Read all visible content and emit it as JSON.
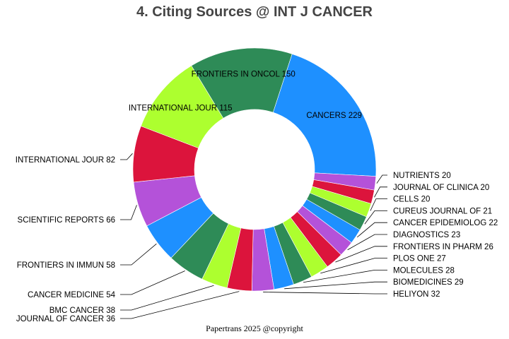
{
  "chart_data": {
    "type": "pie",
    "variant": "donut",
    "title": "4. Citing Sources @ INT J CANCER",
    "slices": [
      {
        "label": "CANCERS",
        "value": 229,
        "color": "#1e90ff"
      },
      {
        "label": "NUTRIENTS",
        "value": 20,
        "color": "#b452d9"
      },
      {
        "label": "JOURNAL OF CLINICA",
        "value": 20,
        "color": "#dc143c"
      },
      {
        "label": "CELLS",
        "value": 20,
        "color": "#adff2f"
      },
      {
        "label": "CUREUS JOURNAL OF ",
        "value": 21,
        "color": "#2e8b57"
      },
      {
        "label": "CANCER EPIDEMIOLOG",
        "value": 22,
        "color": "#1e90ff"
      },
      {
        "label": "DIAGNOSTICS",
        "value": 23,
        "color": "#b452d9"
      },
      {
        "label": "FRONTIERS IN PHARM",
        "value": 26,
        "color": "#dc143c"
      },
      {
        "label": "PLOS ONE",
        "value": 27,
        "color": "#adff2f"
      },
      {
        "label": "MOLECULES",
        "value": 28,
        "color": "#2e8b57"
      },
      {
        "label": "BIOMEDICINES",
        "value": 29,
        "color": "#1e90ff"
      },
      {
        "label": "HELIYON",
        "value": 32,
        "color": "#b452d9"
      },
      {
        "label": "JOURNAL OF CANCER ",
        "value": 36,
        "color": "#dc143c"
      },
      {
        "label": "BMC CANCER",
        "value": 38,
        "color": "#adff2f"
      },
      {
        "label": "CANCER MEDICINE",
        "value": 54,
        "color": "#2e8b57"
      },
      {
        "label": "FRONTIERS IN IMMUN",
        "value": 58,
        "color": "#1e90ff"
      },
      {
        "label": "SCIENTIFIC REPORTS",
        "value": 66,
        "color": "#b452d9"
      },
      {
        "label": "INTERNATIONAL JOUR",
        "value": 82,
        "color": "#dc143c"
      },
      {
        "label": "INTERNATIONAL JOUR",
        "value": 115,
        "color": "#adff2f"
      },
      {
        "label": "FRONTIERS IN ONCOL",
        "value": 150,
        "color": "#2e8b57"
      }
    ]
  },
  "footer": "Papertrans 2025 @copyright"
}
